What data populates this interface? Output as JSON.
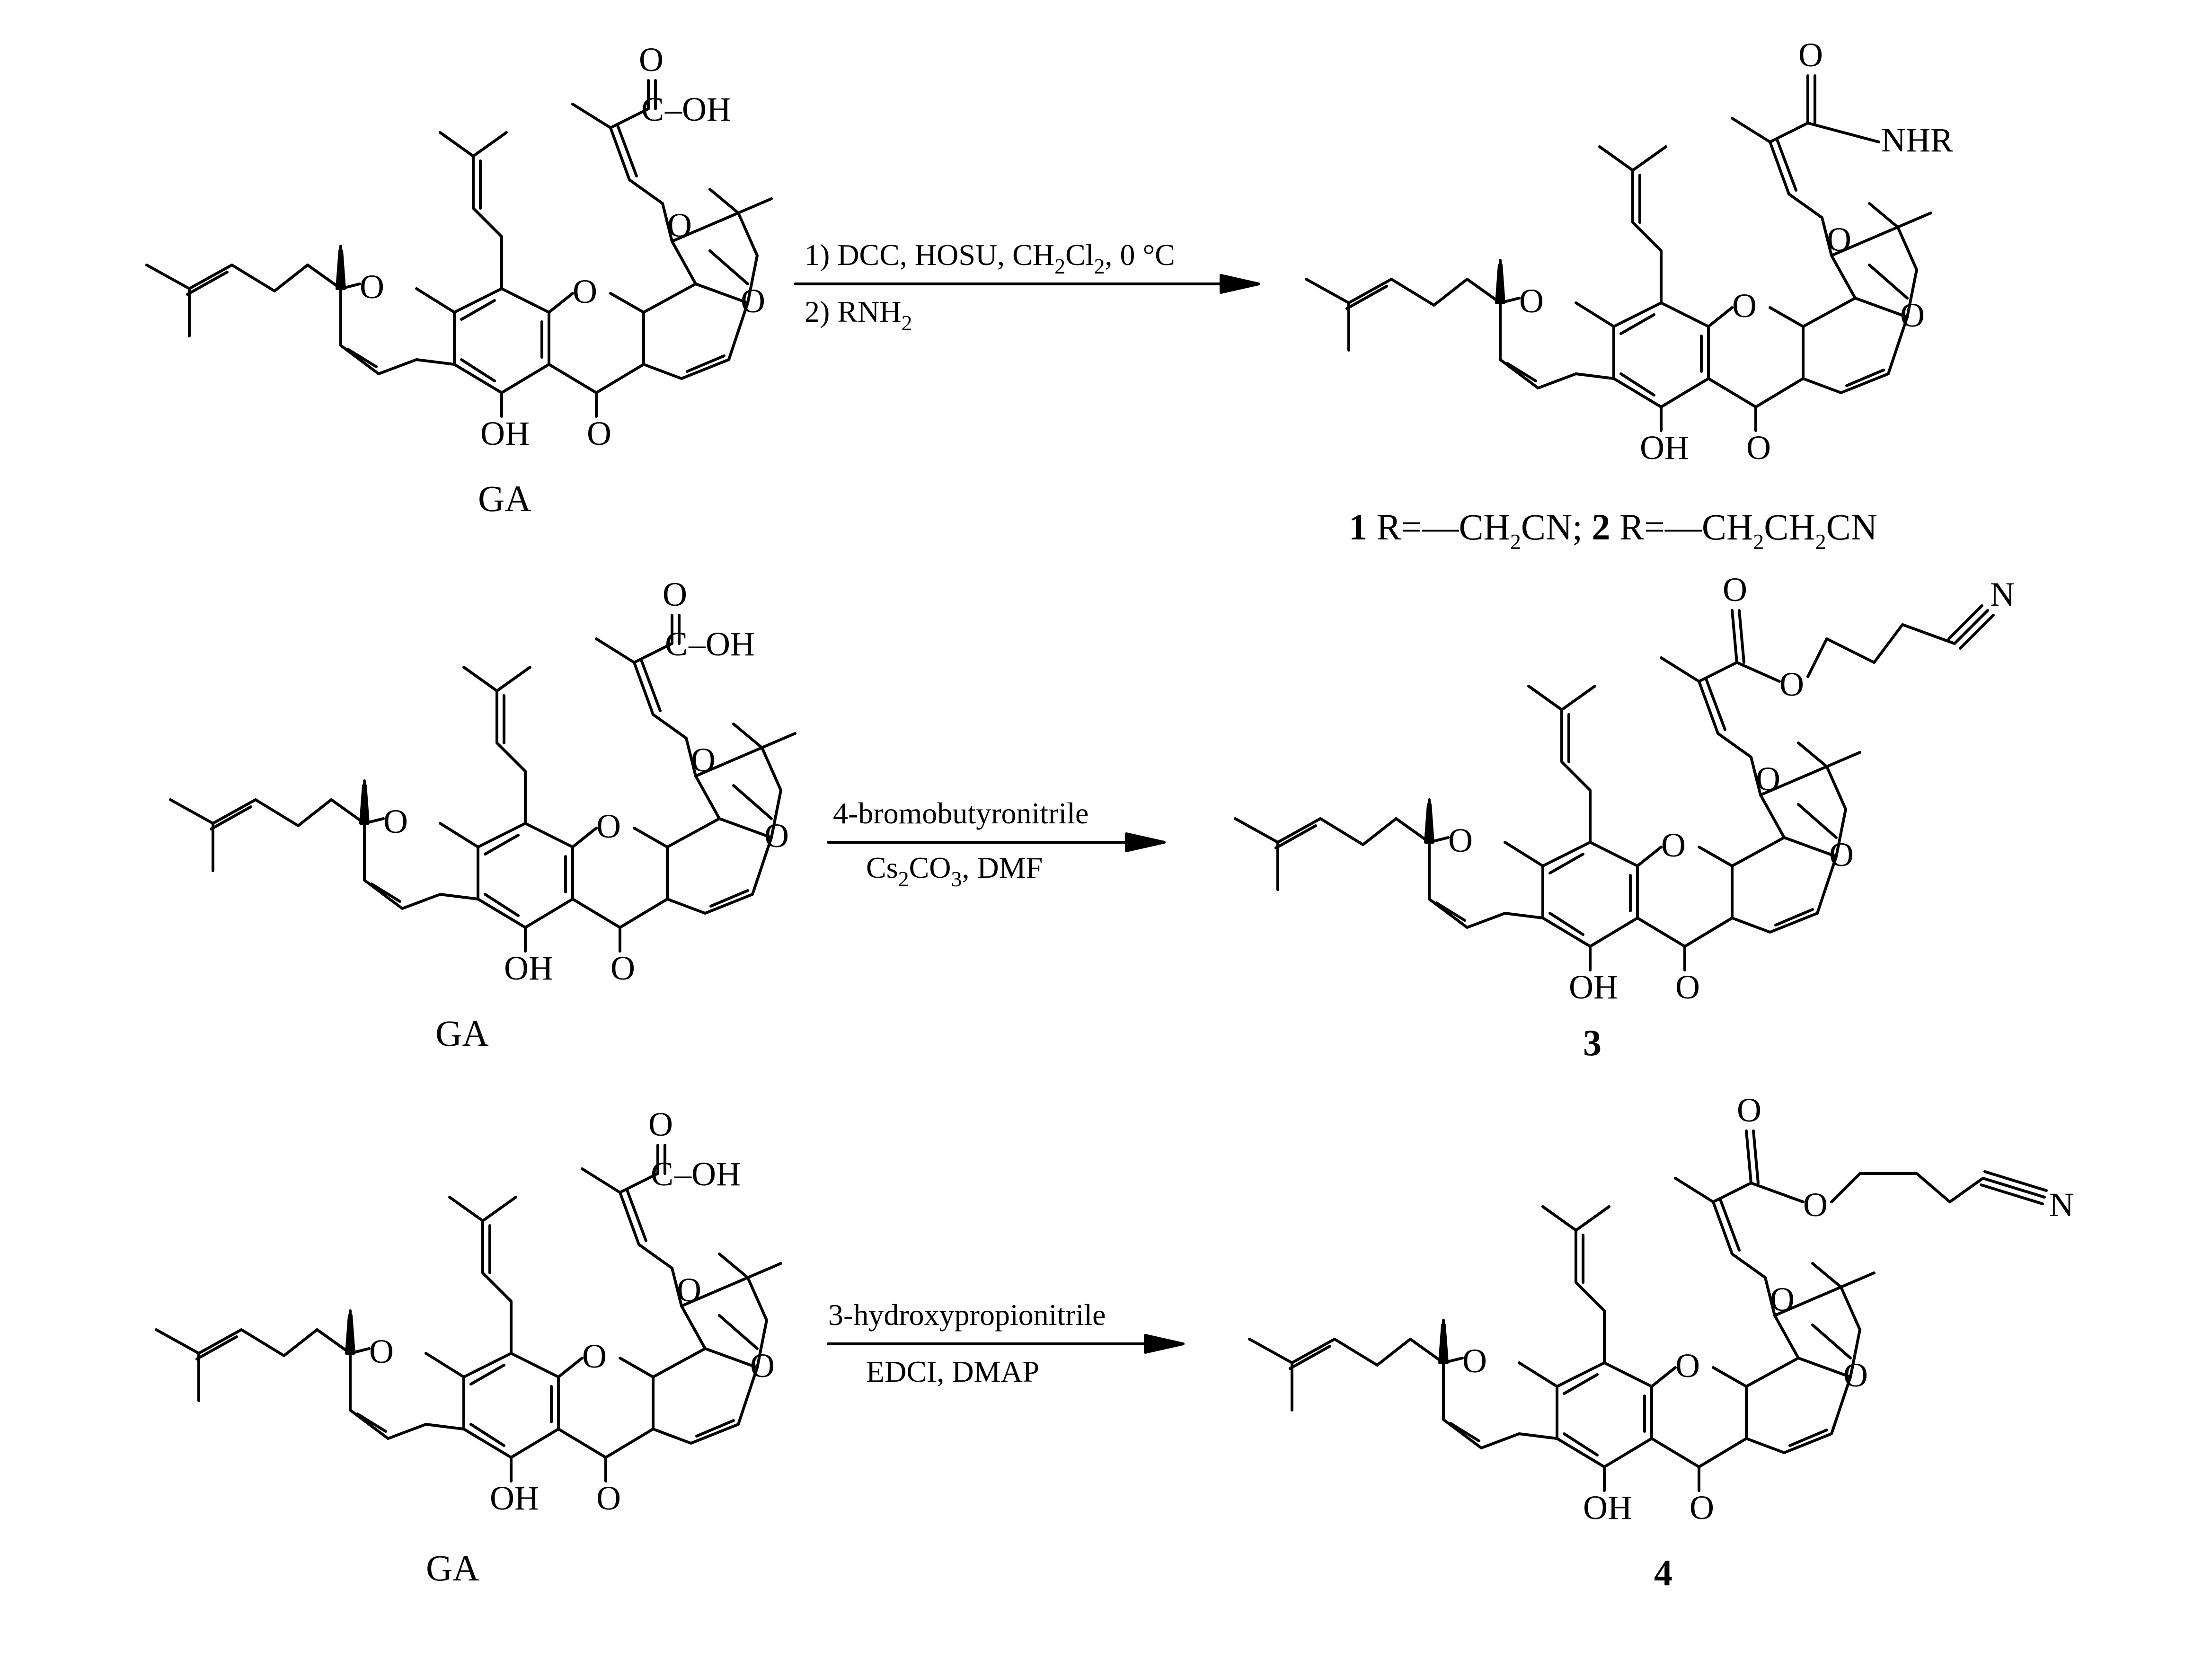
{
  "reactions": [
    {
      "reactant_label": "GA",
      "conditions_line1": {
        "before": "1) DCC, HOSU, CH",
        "s1": "2",
        "mid": "Cl",
        "s2": "2",
        "after": ", 0 °C"
      },
      "conditions_line2": {
        "before": "2) RNH",
        "s1": "2"
      },
      "product": {
        "acid_group": "NHR"
      },
      "product_caption": {
        "num1": "1",
        "text1": " R=—CH",
        "sub1": "2",
        "text2": "CN;  ",
        "num2": "2",
        "text3": " R=—CH",
        "sub2": "2",
        "text4": "CH",
        "sub3": "2",
        "text5": "CN"
      }
    },
    {
      "reactant_label": "GA",
      "conditions_line1": "4-bromobutyronitrile",
      "conditions_line2": {
        "a": "Cs",
        "s1": "2",
        "b": "CO",
        "s2": "3",
        "c": ", DMF"
      },
      "product_label": "3"
    },
    {
      "reactant_label": "GA",
      "conditions_line1": "3-hydroxypropionitrile",
      "conditions_line2": "EDCI, DMAP",
      "product_label": "4"
    }
  ],
  "atoms": {
    "O": "O",
    "OH": "OH",
    "C": "C",
    "N": "N",
    "dash_oh": "–OH"
  }
}
